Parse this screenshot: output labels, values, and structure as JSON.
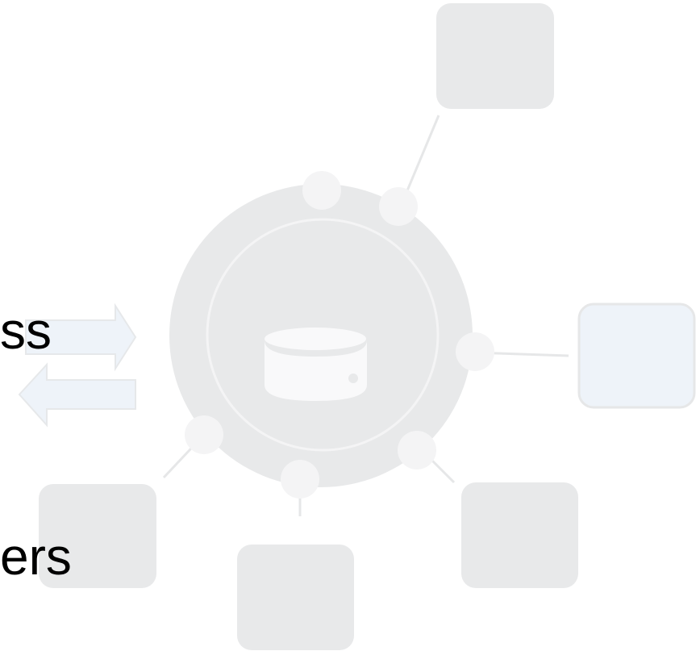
{
  "text_fragments": {
    "upper": "ss",
    "lower": "ers"
  },
  "colors": {
    "ring": "#e8e9ea",
    "ring_inner_stroke": "#f4f4f5",
    "node_gray": "#e8e9ea",
    "node_highlight_fill": "#eef3f9",
    "node_highlight_border": "#e6e7e8",
    "arrow_fill": "#eef3f9",
    "arrow_stroke": "#e6e8ea",
    "connector_line": "#e6e7e8",
    "port_dot": "#f4f4f5",
    "database_icon": "#f9f9fa",
    "text": "#000000"
  },
  "icons": {
    "center": "database-icon",
    "arrows": [
      "arrow-right-icon",
      "arrow-left-icon"
    ]
  },
  "nodes": [
    "node-top",
    "node-right",
    "node-bottom-right",
    "node-bottom",
    "node-bottom-left"
  ],
  "highlighted_node": "node-right"
}
